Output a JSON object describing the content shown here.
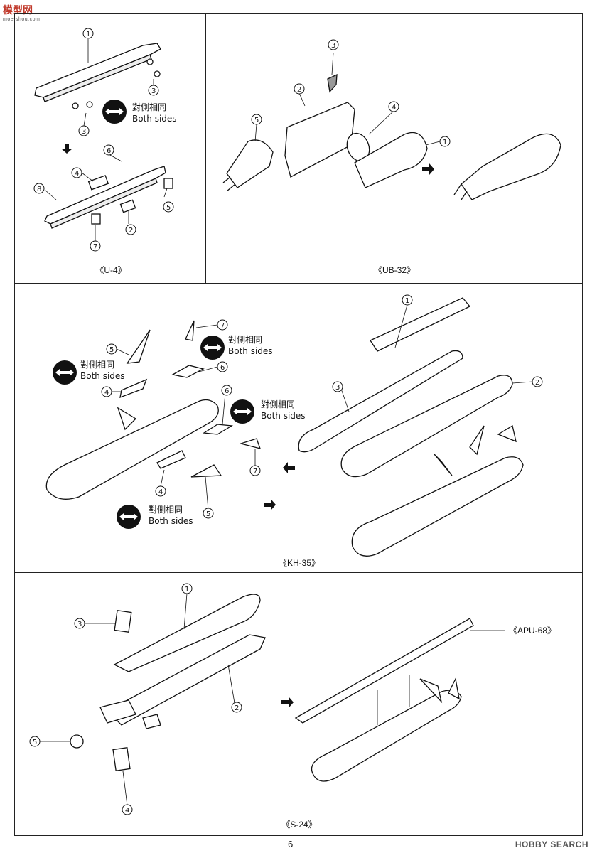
{
  "watermark": {
    "logo": "模型网",
    "url": "moe-shou.com"
  },
  "both_sides": {
    "zh": "對側相同",
    "en": "Both sides"
  },
  "numbers": [
    "1",
    "2",
    "3",
    "4",
    "5",
    "6",
    "7",
    "8"
  ],
  "panels": {
    "u4": {
      "caption": "《U-4》"
    },
    "ub32": {
      "caption": "《UB-32》"
    },
    "kh35": {
      "caption": "《KH-35》"
    },
    "s24": {
      "caption": "《S-24》",
      "rack_label": "《APU-68》"
    }
  },
  "page_number": "6",
  "footer_watermark": "HOBBY SEARCH"
}
